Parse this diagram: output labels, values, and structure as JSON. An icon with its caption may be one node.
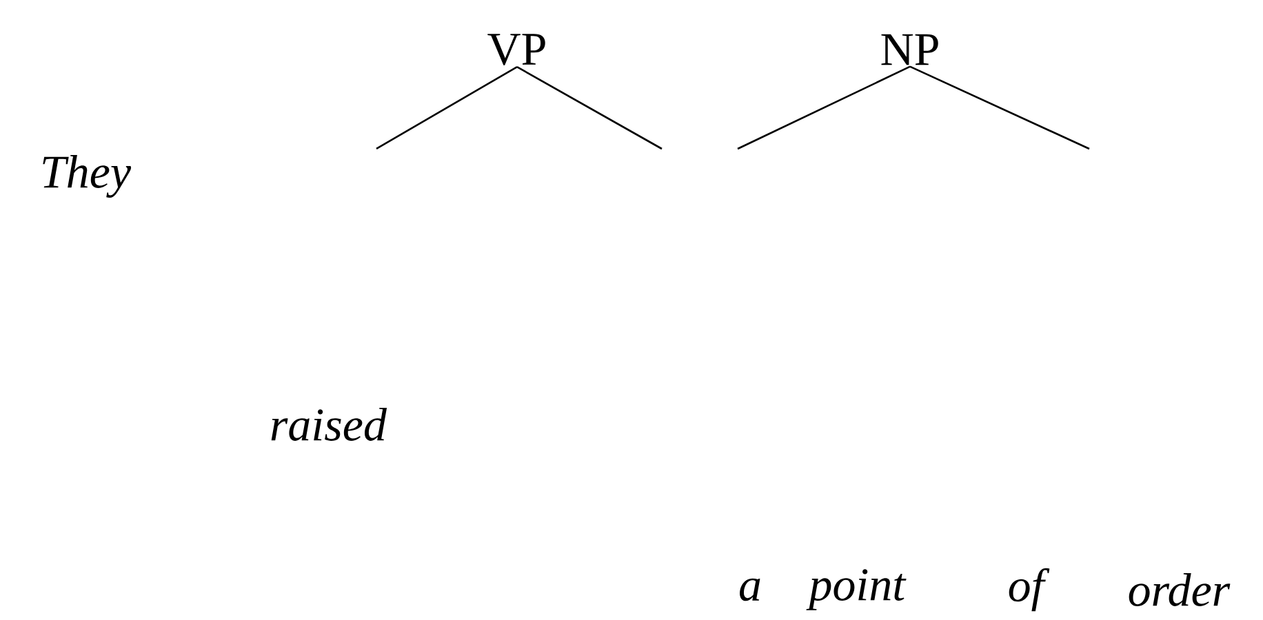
{
  "diagram": {
    "nodes": [
      {
        "text": [
          "VP"
        ]
      },
      {
        "text": [
          "NP"
        ]
      }
    ],
    "edges": [
      {
        "from": 0,
        "to": null,
        "arrow": "none"
      },
      {
        "from": 0,
        "to": null,
        "arrow": "none"
      },
      {
        "from": 1,
        "to": null,
        "arrow": "none"
      },
      {
        "from": 1,
        "to": null,
        "arrow": "none"
      }
    ],
    "labels": [
      "*They*",
      "*raised*",
      "*a*",
      "*point*",
      "*of*",
      "*order*"
    ]
  }
}
